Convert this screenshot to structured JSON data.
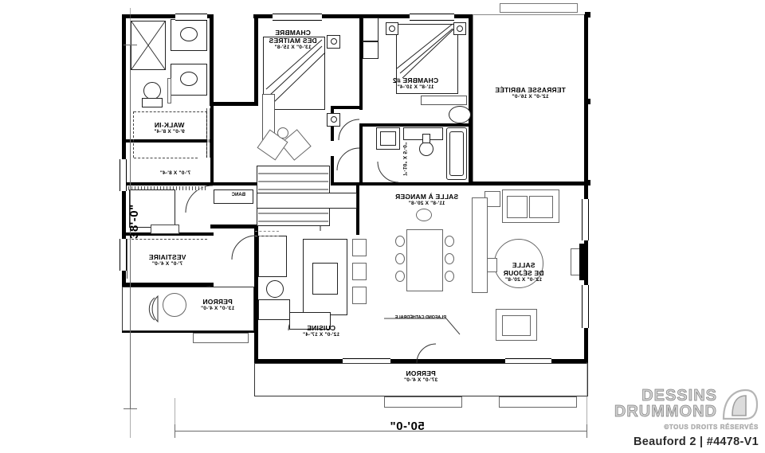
{
  "plan": {
    "title": "Beauford 2 | #4478-V1",
    "brand_line1": "DESSINS",
    "brand_line2": "DRUMMOND",
    "brand_rights": "©TOUS DROITS RÉSERVÉS",
    "overall_width": "50'-0\"",
    "overall_depth": "38'-0\"",
    "note_cathedral": "PLAFOND CATHÉDRALE",
    "note_bench": "BANC"
  },
  "rooms": [
    {
      "id": "terrasse",
      "name": "TERRASSE ABRITÉE",
      "dim": "12'-0\" X 16'-0\""
    },
    {
      "id": "chambre2",
      "name": "CHAMBRE #2",
      "dim": "11'-8\" X 10'-4\""
    },
    {
      "id": "sdb2",
      "name": "",
      "dim": "7'-10\" X 5'-0\""
    },
    {
      "id": "maitres",
      "name": "CHAMBRE DES MAITRES",
      "dim": "13'-0\" X 15'-8\""
    },
    {
      "id": "walkin",
      "name": "WALK-IN",
      "dim": "9'-0\" X 8'-4\""
    },
    {
      "id": "ensuite",
      "name": "",
      "dim": "7'-0\" X 8'-4\""
    },
    {
      "id": "manger",
      "name": "SALLE À MANGER",
      "dim": "11'-8\" X 20'-8\""
    },
    {
      "id": "sejour",
      "name": "SALLE DE SÉJOUR",
      "dim": "12'-0\" X 20'-8\""
    },
    {
      "id": "cuisine",
      "name": "CUISINE",
      "dim": "12'-0\" X 17'-4\""
    },
    {
      "id": "vestiaire",
      "name": "VESTIAIRE",
      "dim": "7'-0\" X 4'-0\""
    },
    {
      "id": "perron_e",
      "name": "PERRON",
      "dim": "13'-0\" X 4'-0\""
    },
    {
      "id": "perron_s",
      "name": "PERRON",
      "dim": "37'-0\" X 4'-0\""
    }
  ],
  "labels": {
    "maitres_l1": "CHAMBRE",
    "maitres_l2": "DES MAITRES",
    "sejour_l1": "SALLE",
    "sejour_l2": "DE SÉJOUR"
  },
  "colors": {
    "ink": "#000000",
    "dim": "#6b6b6b",
    "logo": "#d2d2d2"
  }
}
